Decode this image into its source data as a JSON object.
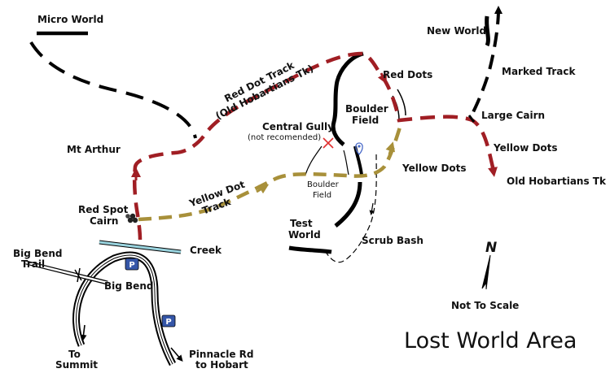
{
  "map": {
    "title": "Lost World Area",
    "colors": {
      "red_track": "#a01e24",
      "yellow_track": "#a8903a",
      "black": "#000000",
      "creek": "#9ad4df",
      "parking": "#3556a8",
      "cross": "#e03030",
      "marker": "#4a6bc9"
    },
    "labels": {
      "micro_world": "Micro World",
      "new_world": "New World",
      "marked_track": "Marked Track",
      "red_dot_track_1": "Red Dot Track",
      "red_dot_track_2": "(Old Hobartians Tk)",
      "red_dots": "Red Dots",
      "boulder_field_1": "Boulder",
      "boulder_field_2": "Field",
      "large_cairn": "Large Cairn",
      "central_gully": "Central Gully",
      "not_recommended": "(not recomended)",
      "mt_arthur": "Mt Arthur",
      "yellow_dots_right": "Yellow Dots",
      "yellow_dots_center": "Yellow Dots",
      "old_hobartians_tk": "Old Hobartians Tk",
      "yellow_dot_track_1": "Yellow Dot",
      "yellow_dot_track_2": "Track",
      "boulder_field_small_1": "Boulder",
      "boulder_field_small_2": "Field",
      "red_spot_cairn_1": "Red Spot",
      "red_spot_cairn_2": "Cairn",
      "test_world_1": "Test",
      "test_world_2": "World",
      "scrub_bash": "Scrub Bash",
      "big_bend_trail_1": "Big Bend",
      "big_bend_trail_2": "Trail",
      "creek": "Creek",
      "big_bend": "Big Bend",
      "parking_1": "P",
      "parking_2": "P",
      "to_summit_1": "To",
      "to_summit_2": "Summit",
      "pinnacle_rd_1": "Pinnacle Rd",
      "pinnacle_rd_2": "to Hobart",
      "north": "N",
      "not_to_scale": "Not To Scale"
    }
  }
}
